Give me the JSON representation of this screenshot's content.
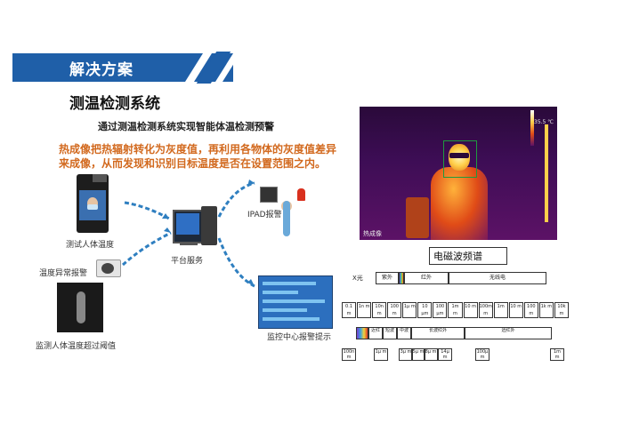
{
  "banner": {
    "title": "解决方案"
  },
  "subtitle": "测温检测系统",
  "headline": "通过测温检测系统实现智能体温检测预警",
  "description": "热成像把热辐射转化为灰度值，再利用各物体的灰度值差异来成像，从而发现和识别目标温度是否在设置范围之内。",
  "captions": {
    "test_temperature": "测试人体温度",
    "temp_alarm": "温度异常报警",
    "monitor_threshold": "监测人体温度超过阈值",
    "platform_service": "平台服务",
    "ipad_alarm": "IPAD报警",
    "center_alarm": "监控中心报警提示"
  },
  "thermal": {
    "label": "热成像",
    "scale": "35.5 ℃"
  },
  "spectrum": {
    "title": "电磁波频谱",
    "xray": "X光",
    "bands": [
      "紫外",
      "红外",
      "无线电"
    ],
    "wavelengths": [
      "0.1 m",
      "1n m",
      "10n m",
      "100 m",
      "1μ m",
      "10 μm",
      "100 μm",
      "1m m",
      "10 m",
      "100m m",
      "1m",
      "10 m",
      "100 m",
      "1k m",
      "10k m"
    ],
    "detail_bands": [
      "近红",
      "短波",
      "中波",
      "长波红外",
      "远红外"
    ],
    "detail_wavelengths": [
      "100n m",
      "1μ m",
      "3μ m",
      "5μ m",
      "8μ m",
      "14μ m",
      "100μ m",
      "1m m"
    ]
  },
  "colors": {
    "banner": "#1f5fa8",
    "accent_text": "#d2691e",
    "arrow": "#2f7fc0"
  }
}
